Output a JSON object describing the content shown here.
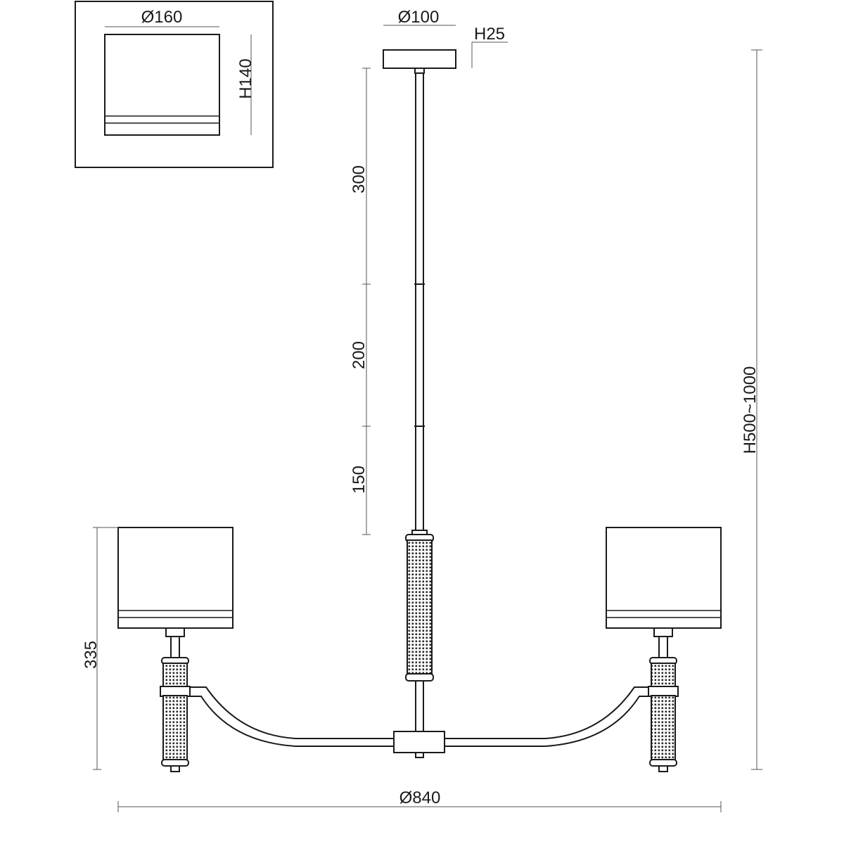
{
  "dimensions": {
    "shade_diameter": "Ø160",
    "shade_height": "H140",
    "canopy_diameter": "Ø100",
    "canopy_height": "H25",
    "rod_segment_top": "300",
    "rod_segment_middle": "200",
    "rod_segment_bottom": "150",
    "arm_height": "335",
    "total_height": "H500~1000",
    "total_width": "Ø840"
  },
  "colors": {
    "line": "#1a1a1a",
    "dimension_line": "#555555",
    "background": "#ffffff"
  }
}
